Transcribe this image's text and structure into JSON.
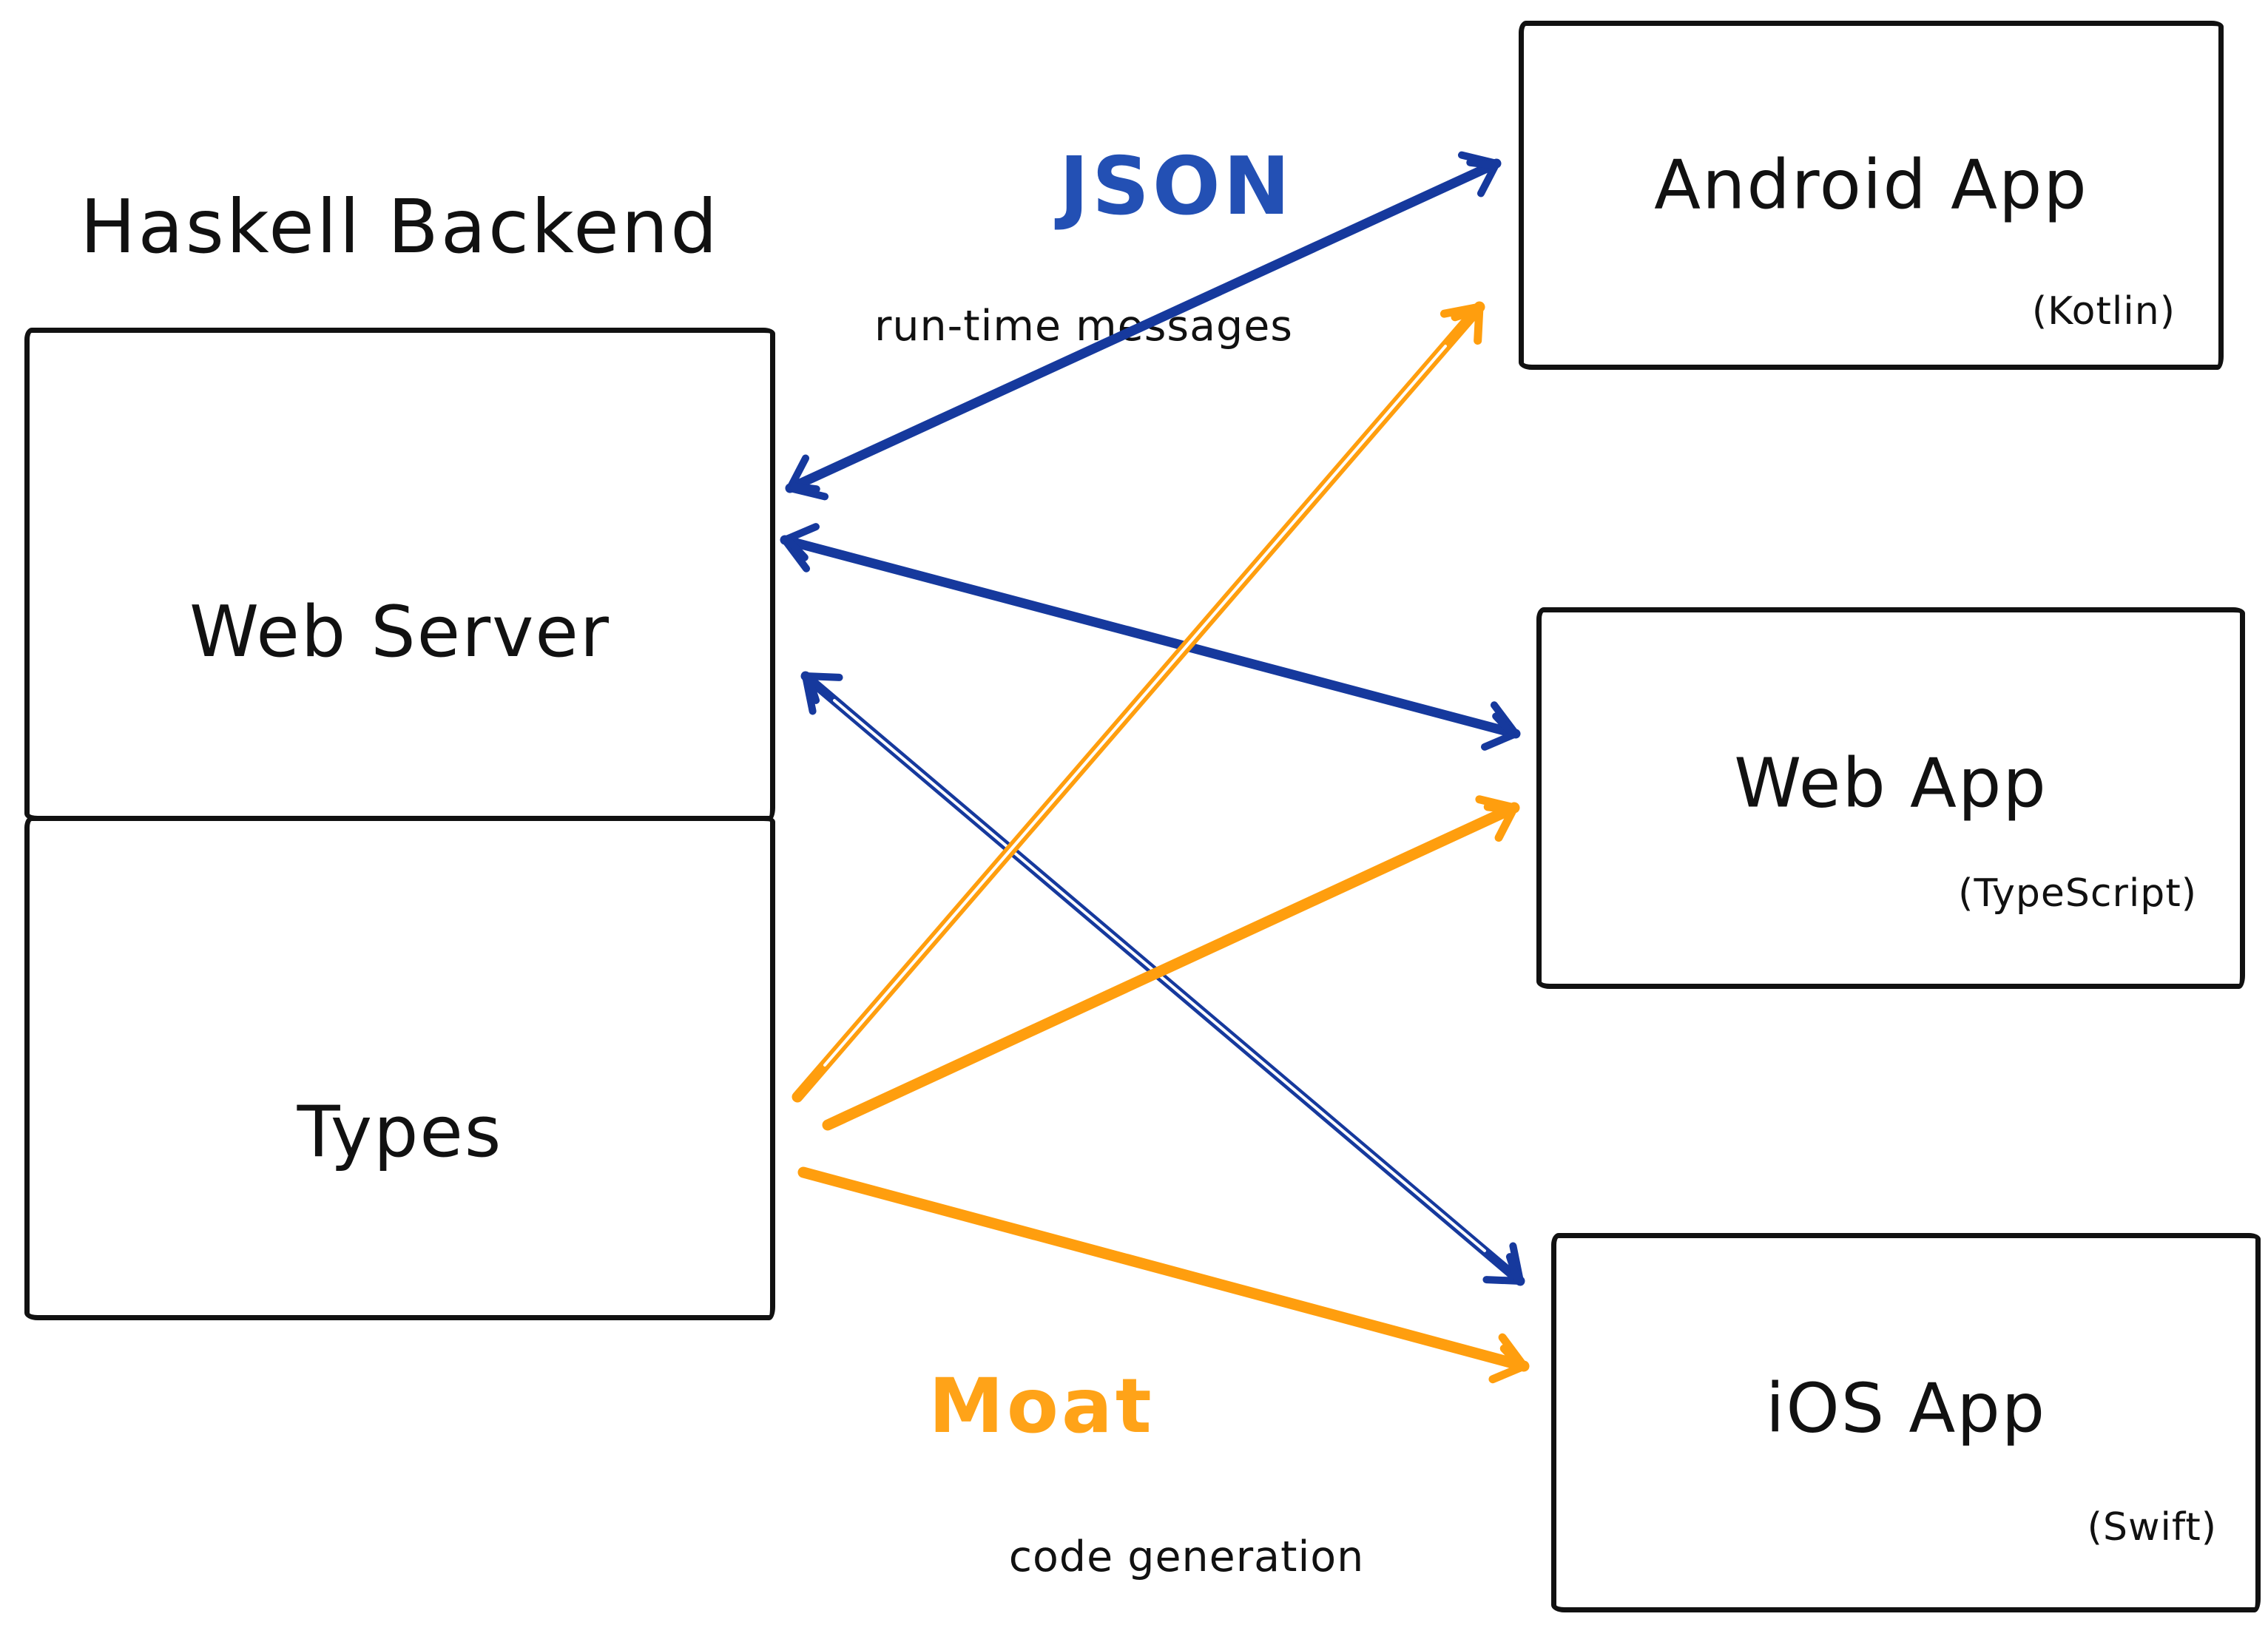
{
  "title": "Haskell Backend",
  "boxes": {
    "web_server": {
      "label": "Web Server"
    },
    "types": {
      "label": "Types"
    },
    "android": {
      "label": "Android App",
      "language": "(Kotlin)"
    },
    "web_app": {
      "label": "Web App",
      "language": "(TypeScript)"
    },
    "ios": {
      "label": "iOS App",
      "language": "(Swift)"
    }
  },
  "annotations": {
    "json_channel": {
      "title": "JSON",
      "subtitle": "run-time messages"
    },
    "moat_channel": {
      "title": "Moat",
      "subtitle": "code generation"
    }
  },
  "edges": [
    {
      "id": "ws-android",
      "from": "Web Server",
      "to": "Android App",
      "style": "json-runtime-messages",
      "bidirectional": true
    },
    {
      "id": "ws-webapp",
      "from": "Web Server",
      "to": "Web App",
      "style": "json-runtime-messages",
      "bidirectional": true
    },
    {
      "id": "ws-ios",
      "from": "Web Server",
      "to": "iOS App",
      "style": "json-runtime-messages",
      "bidirectional": true
    },
    {
      "id": "types-android",
      "from": "Types",
      "to": "Android App",
      "style": "moat-code-generation",
      "bidirectional": false
    },
    {
      "id": "types-webapp",
      "from": "Types",
      "to": "Web App",
      "style": "moat-code-generation",
      "bidirectional": false
    },
    {
      "id": "types-ios",
      "from": "Types",
      "to": "iOS App",
      "style": "moat-code-generation",
      "bidirectional": false
    }
  ],
  "colors": {
    "ink": "#111111",
    "arrow_blue": "#16399d",
    "json_label_blue": "#2350b4",
    "arrow_orange": "#ff9e0e",
    "moat_label_orange": "#ffa318",
    "background": "#ffffff"
  }
}
